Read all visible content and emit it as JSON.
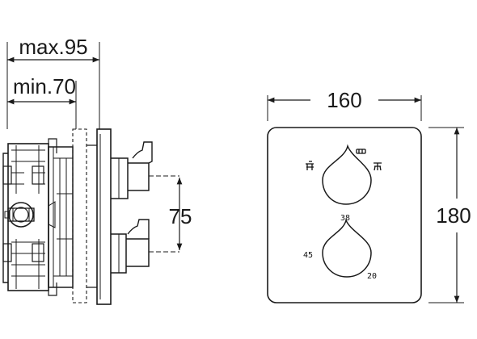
{
  "side_view": {
    "depth_max_label": "max.95",
    "depth_min_label": "min.70",
    "outlet_spacing_label": "75"
  },
  "front_view": {
    "width_label": "160",
    "height_label": "180",
    "temp_mark_top": "38",
    "temp_mark_left": "45",
    "temp_mark_right": "20"
  }
}
